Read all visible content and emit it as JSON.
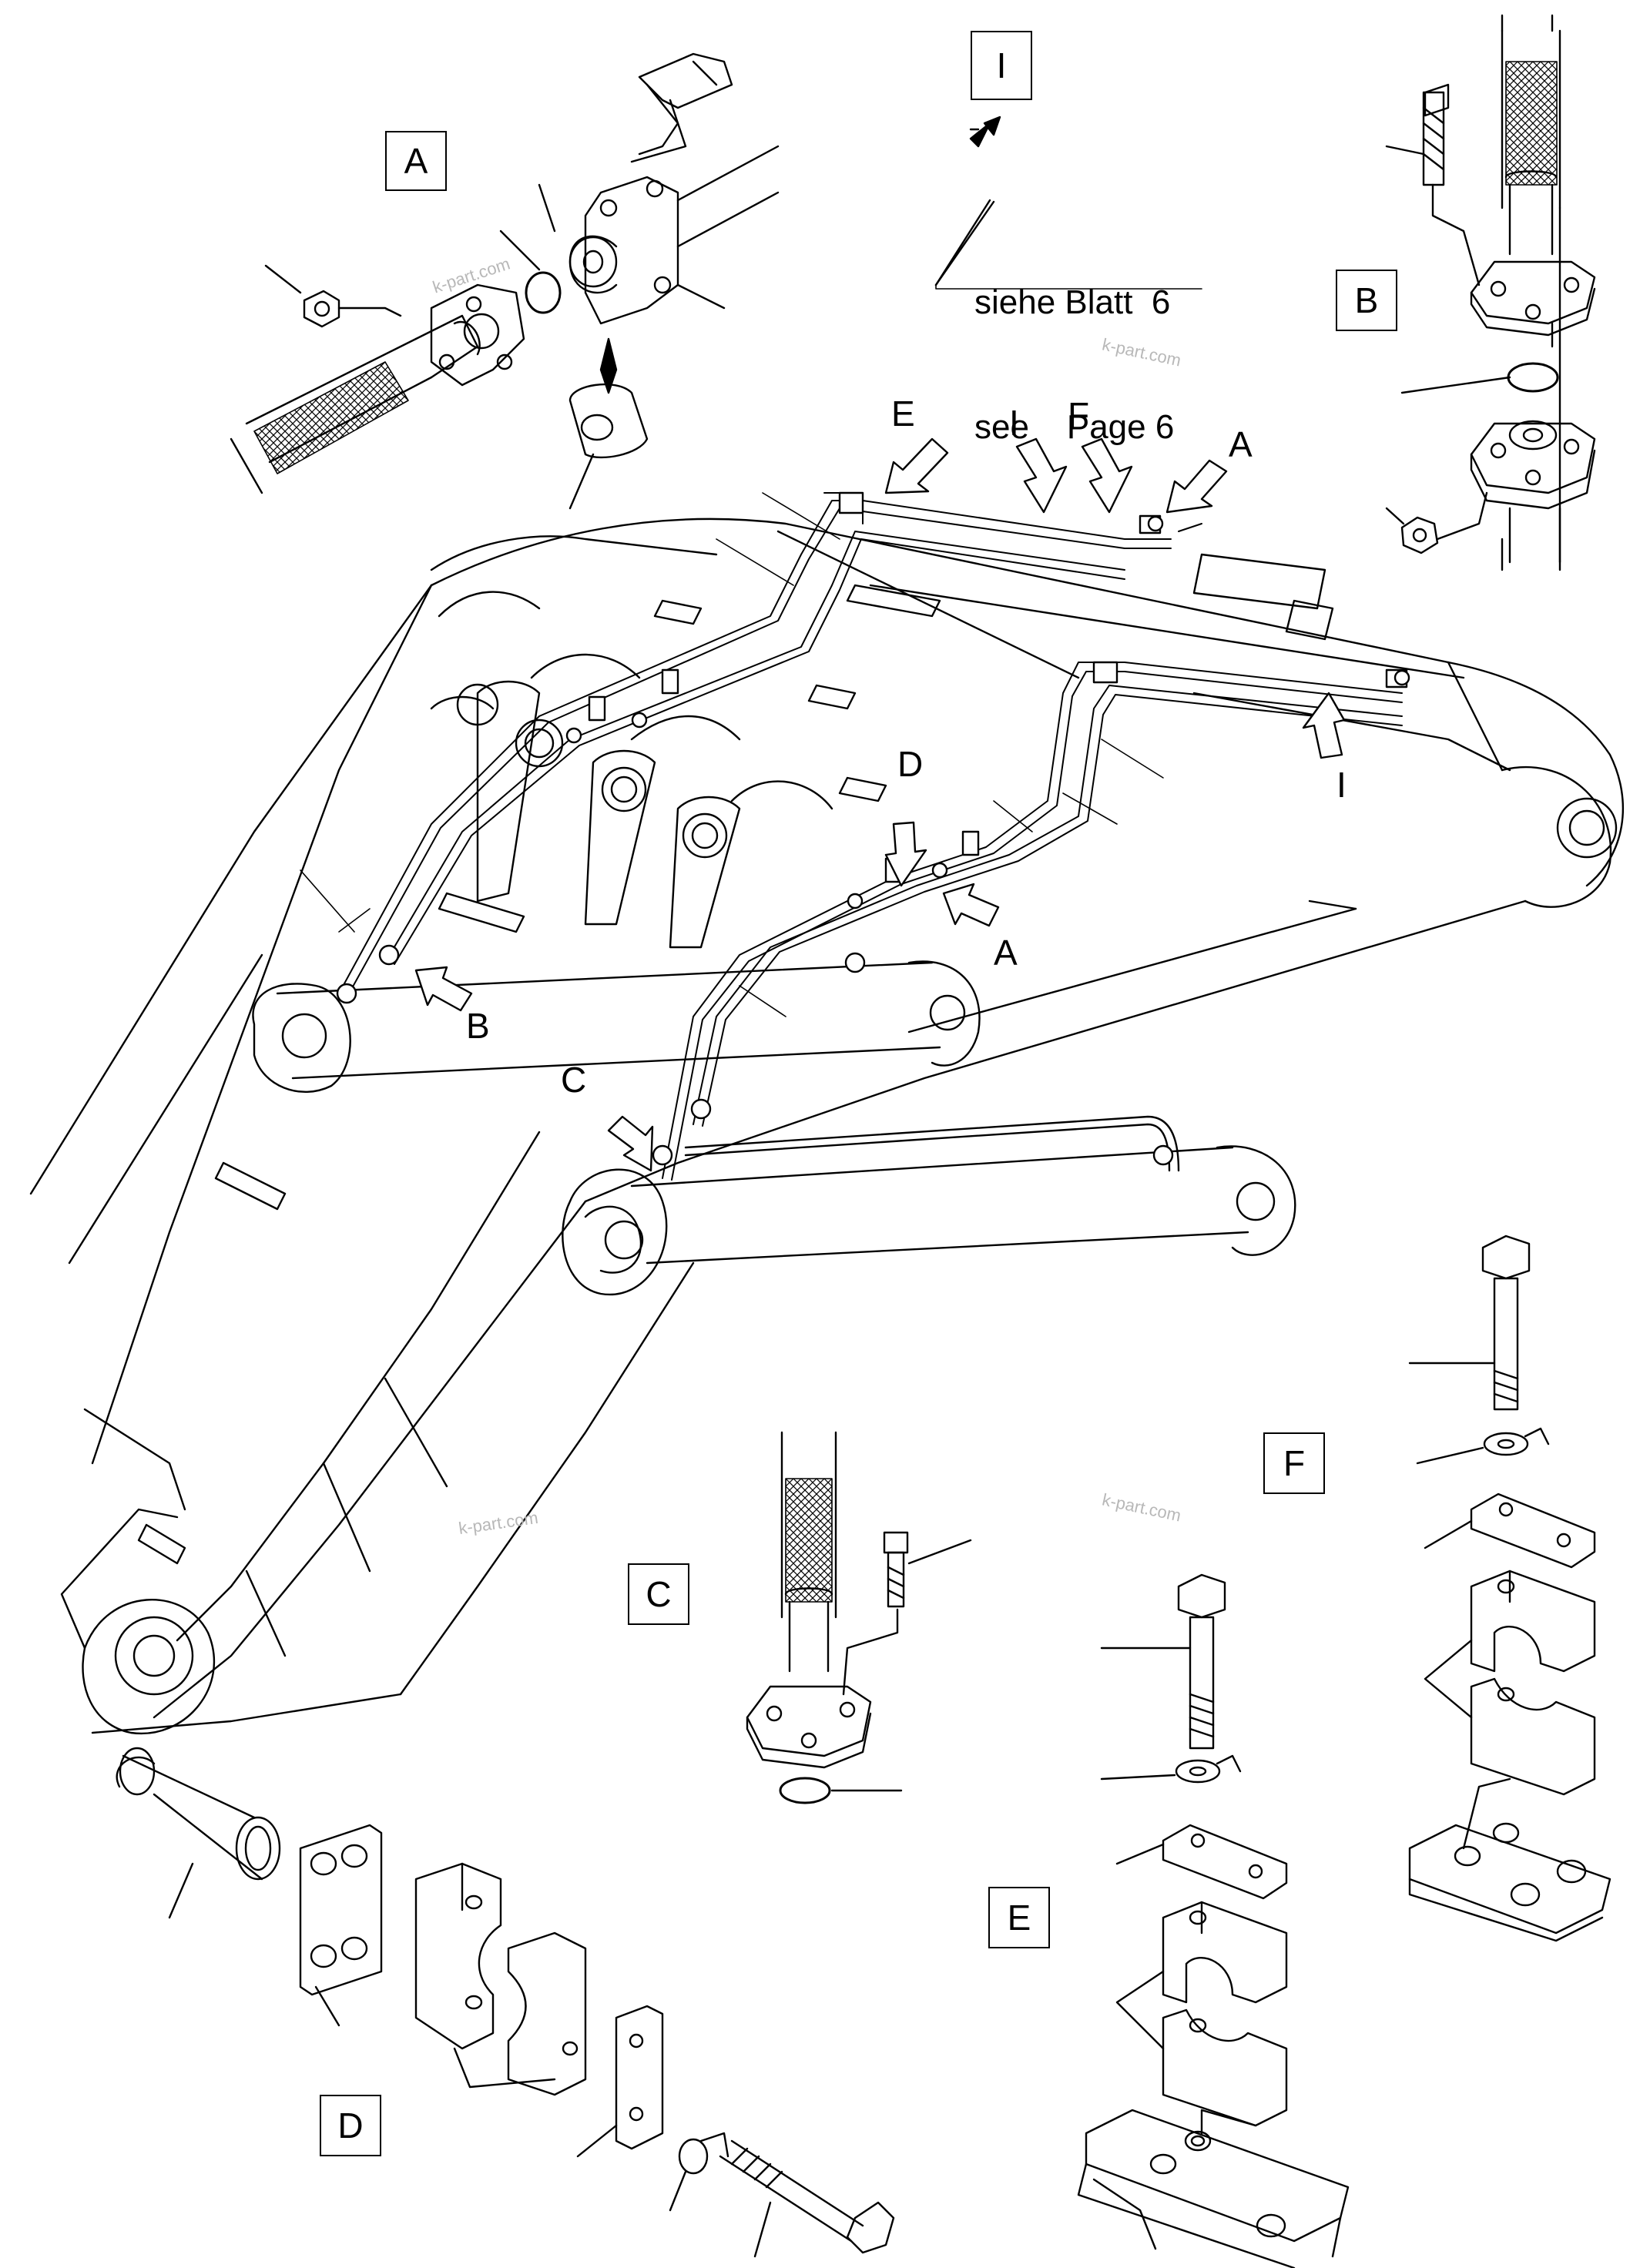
{
  "detail_boxes": {
    "A": "A",
    "B": "B",
    "C": "C",
    "D": "D",
    "E": "E",
    "F": "F",
    "I": "I"
  },
  "callouts": {
    "E": "E",
    "I_top": "I",
    "F": "F",
    "A_top": "A",
    "I_right": "I",
    "D": "D",
    "A_mid": "A",
    "B": "B",
    "C": "C"
  },
  "note": {
    "line1": "siehe Blatt  6",
    "line2": "see    Page 6"
  },
  "watermark": "k-part.com"
}
